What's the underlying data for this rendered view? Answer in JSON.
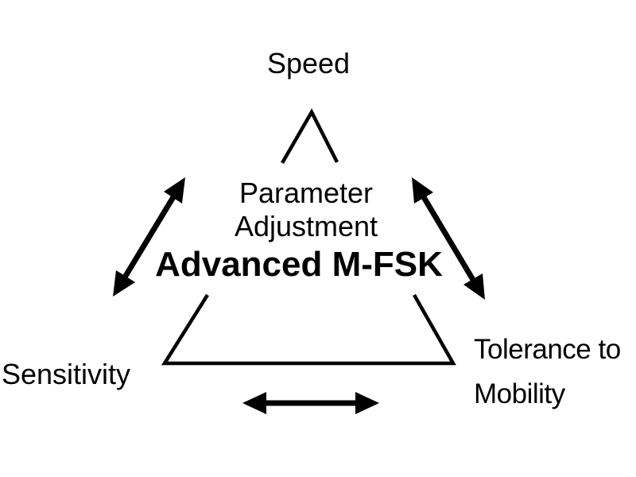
{
  "colors": {
    "background": "#ffffff",
    "ink": "#000000"
  },
  "diagram": {
    "type": "tradeoff-triangle",
    "top_vertex_label": "Speed",
    "bottom_left_vertex_label": "Sensitivity",
    "bottom_right_vertex": {
      "line1": "Tolerance to",
      "line2": "Mobility"
    },
    "center": {
      "subtitle_line1": "Parameter",
      "subtitle_line2": "Adjustment",
      "title": "Advanced M-FSK"
    },
    "arrows": [
      {
        "name": "speed-sensitivity-arrow",
        "style": "double-headed"
      },
      {
        "name": "speed-tolerance-arrow",
        "style": "double-headed"
      },
      {
        "name": "sensitivity-tolerance-arrow",
        "style": "double-headed"
      }
    ]
  }
}
